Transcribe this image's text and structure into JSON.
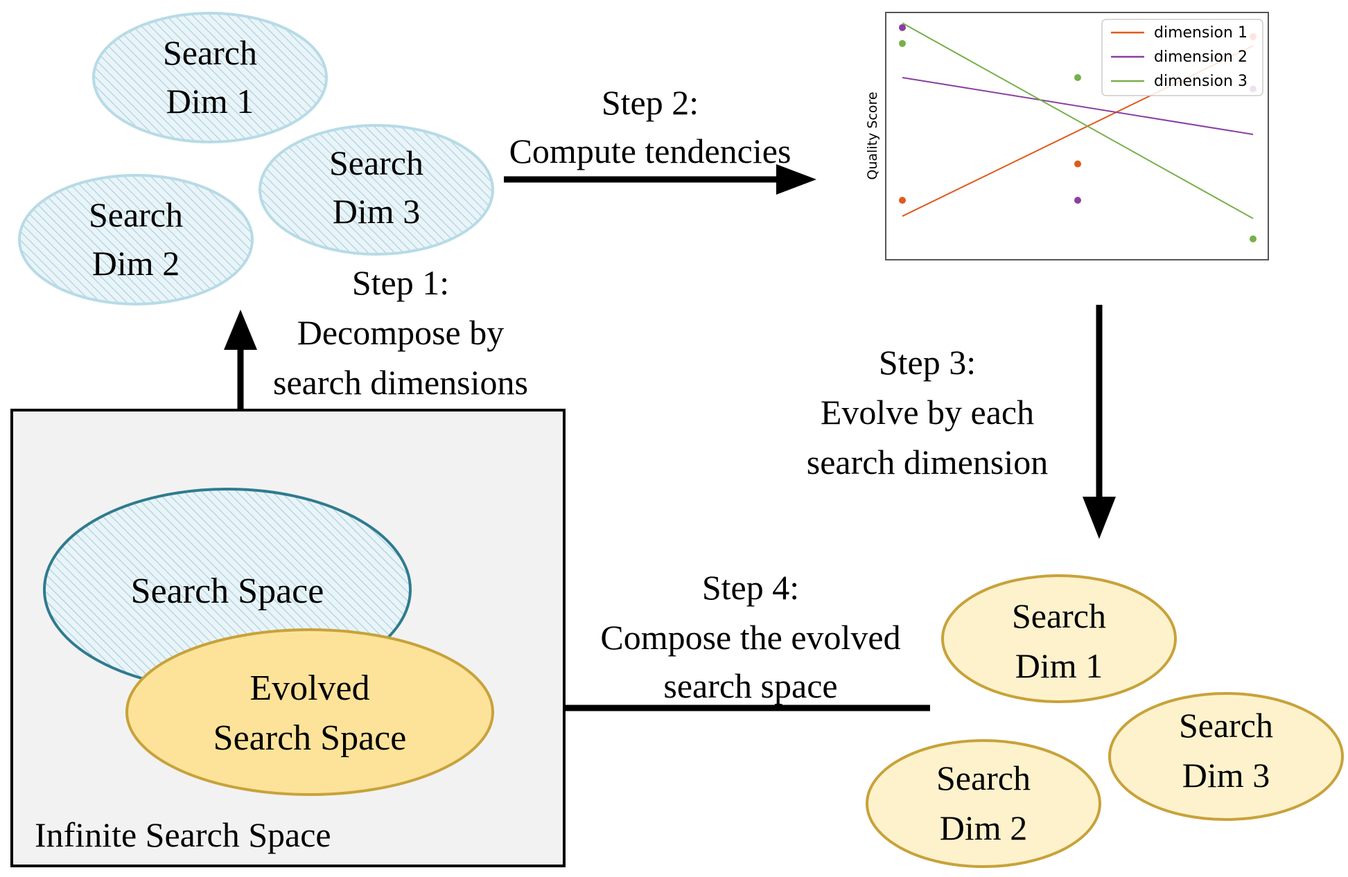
{
  "colors": {
    "hatch_fill": "#eaf4f8",
    "hatch_line": "#a9d3e0",
    "blue_outline_light": "#b7dbe6",
    "blue_outline_dark": "#2f7b8f",
    "yellow_light_fill": "#fef2cd",
    "yellow_fill": "#fde39a",
    "yellow_outline": "#c8a23a",
    "panel_fill": "#f2f2f2",
    "arrow": "#000000",
    "dimension_1": "#e05a1c",
    "dimension_2": "#8a3fa0",
    "dimension_3": "#77b04a"
  },
  "top_group": {
    "dim1": [
      "Search",
      "Dim 1"
    ],
    "dim2": [
      "Search",
      "Dim 2"
    ],
    "dim3": [
      "Search",
      "Dim 3"
    ]
  },
  "bottom_group": {
    "dim1": [
      "Search",
      "Dim 1"
    ],
    "dim2": [
      "Search",
      "Dim 2"
    ],
    "dim3": [
      "Search",
      "Dim 3"
    ]
  },
  "panel": {
    "search_space": "Search Space",
    "evolved": [
      "Evolved",
      "Search Space"
    ],
    "label": "Infinite Search Space"
  },
  "steps": {
    "step1": [
      "Step 1:",
      "Decompose by",
      "search dimensions"
    ],
    "step2": [
      "Step 2:",
      "Compute tendencies"
    ],
    "step3": [
      "Step 3:",
      "Evolve by each",
      "search dimension"
    ],
    "step4": [
      "Step 4:",
      "Compose the evolved",
      "search space"
    ]
  },
  "chart_data": {
    "type": "scatter",
    "ylabel": "Quality Score",
    "xlim": [
      0,
      2
    ],
    "ylim": [
      0,
      1
    ],
    "series": [
      {
        "name": "dimension 1",
        "color": "#e05a1c",
        "points": [
          [
            0,
            0.21
          ],
          [
            1,
            0.37
          ],
          [
            2,
            0.93
          ]
        ],
        "trend": [
          [
            0,
            0.14
          ],
          [
            2,
            0.89
          ]
        ]
      },
      {
        "name": "dimension 2",
        "color": "#8a3fa0",
        "points": [
          [
            0,
            0.97
          ],
          [
            1,
            0.21
          ],
          [
            2,
            0.7
          ]
        ],
        "trend": [
          [
            0,
            0.75
          ],
          [
            2,
            0.5
          ]
        ]
      },
      {
        "name": "dimension 3",
        "color": "#77b04a",
        "points": [
          [
            0,
            0.9
          ],
          [
            1,
            0.75
          ],
          [
            2,
            0.04
          ]
        ],
        "trend": [
          [
            0,
            0.99
          ],
          [
            2,
            0.13
          ]
        ]
      }
    ]
  }
}
